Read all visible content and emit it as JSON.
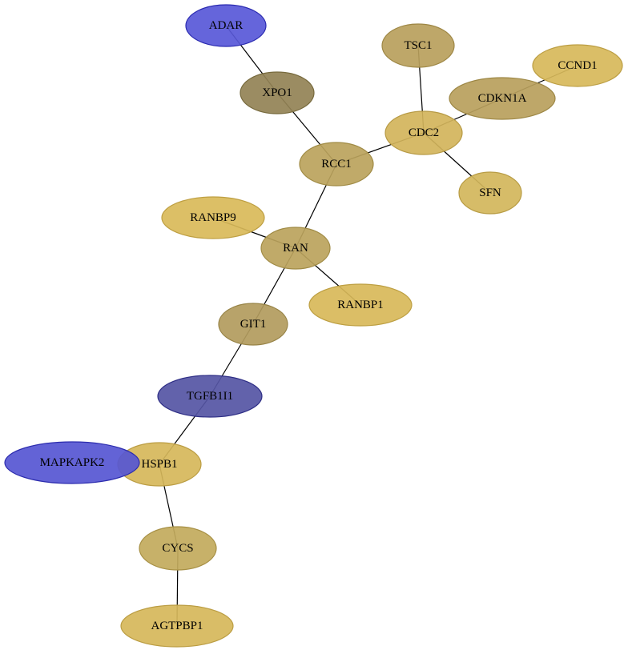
{
  "network": {
    "nodes": [
      {
        "id": "ADAR",
        "label": "ADAR",
        "fill": "#5858d8",
        "stroke": "#2a2ab0"
      },
      {
        "id": "XPO1",
        "label": "XPO1",
        "fill": "#928255",
        "stroke": "#776a3d"
      },
      {
        "id": "RCC1",
        "label": "RCC1",
        "fill": "#bba35c",
        "stroke": "#a08b45"
      },
      {
        "id": "TSC1",
        "label": "TSC1",
        "fill": "#b9a05c",
        "stroke": "#9e8745"
      },
      {
        "id": "CCND1",
        "label": "CCND1",
        "fill": "#d7b85a",
        "stroke": "#bc9e43"
      },
      {
        "id": "CDKN1A",
        "label": "CDKN1A",
        "fill": "#b8a05c",
        "stroke": "#9d8745"
      },
      {
        "id": "CDC2",
        "label": "CDC2",
        "fill": "#d2b45b",
        "stroke": "#b79a44"
      },
      {
        "id": "SFN",
        "label": "SFN",
        "fill": "#d3b65b",
        "stroke": "#b89c44"
      },
      {
        "id": "RANBP9",
        "label": "RANBP9",
        "fill": "#d9ba59",
        "stroke": "#be9f42"
      },
      {
        "id": "RAN",
        "label": "RAN",
        "fill": "#bba35c",
        "stroke": "#a08b45"
      },
      {
        "id": "RANBP1",
        "label": "RANBP1",
        "fill": "#d8b959",
        "stroke": "#bd9f42"
      },
      {
        "id": "GIT1",
        "label": "GIT1",
        "fill": "#b29b5d",
        "stroke": "#978346"
      },
      {
        "id": "TGFB1I1",
        "label": "TGFB1I1",
        "fill": "#5555a4",
        "stroke": "#2f2f86"
      },
      {
        "id": "HSPB1",
        "label": "HSPB1",
        "fill": "#d6b75a",
        "stroke": "#bb9d43"
      },
      {
        "id": "MAPKAPK2",
        "label": "MAPKAPK2",
        "fill": "#5656d2",
        "stroke": "#2c2cae"
      },
      {
        "id": "CYCS",
        "label": "CYCS",
        "fill": "#c2aa5c",
        "stroke": "#a79045"
      },
      {
        "id": "AGTPBP1",
        "label": "AGTPBP1",
        "fill": "#d6b75a",
        "stroke": "#bb9d43"
      }
    ],
    "edges": [
      [
        "ADAR",
        "XPO1"
      ],
      [
        "XPO1",
        "RCC1"
      ],
      [
        "RCC1",
        "CDC2"
      ],
      [
        "TSC1",
        "CDC2"
      ],
      [
        "CDKN1A",
        "CDC2"
      ],
      [
        "CCND1",
        "CDKN1A"
      ],
      [
        "CDC2",
        "SFN"
      ],
      [
        "RCC1",
        "RAN"
      ],
      [
        "RANBP9",
        "RAN"
      ],
      [
        "RAN",
        "RANBP1"
      ],
      [
        "RAN",
        "GIT1"
      ],
      [
        "GIT1",
        "TGFB1I1"
      ],
      [
        "TGFB1I1",
        "HSPB1"
      ],
      [
        "HSPB1",
        "CYCS"
      ],
      [
        "CYCS",
        "AGTPBP1"
      ]
    ]
  }
}
